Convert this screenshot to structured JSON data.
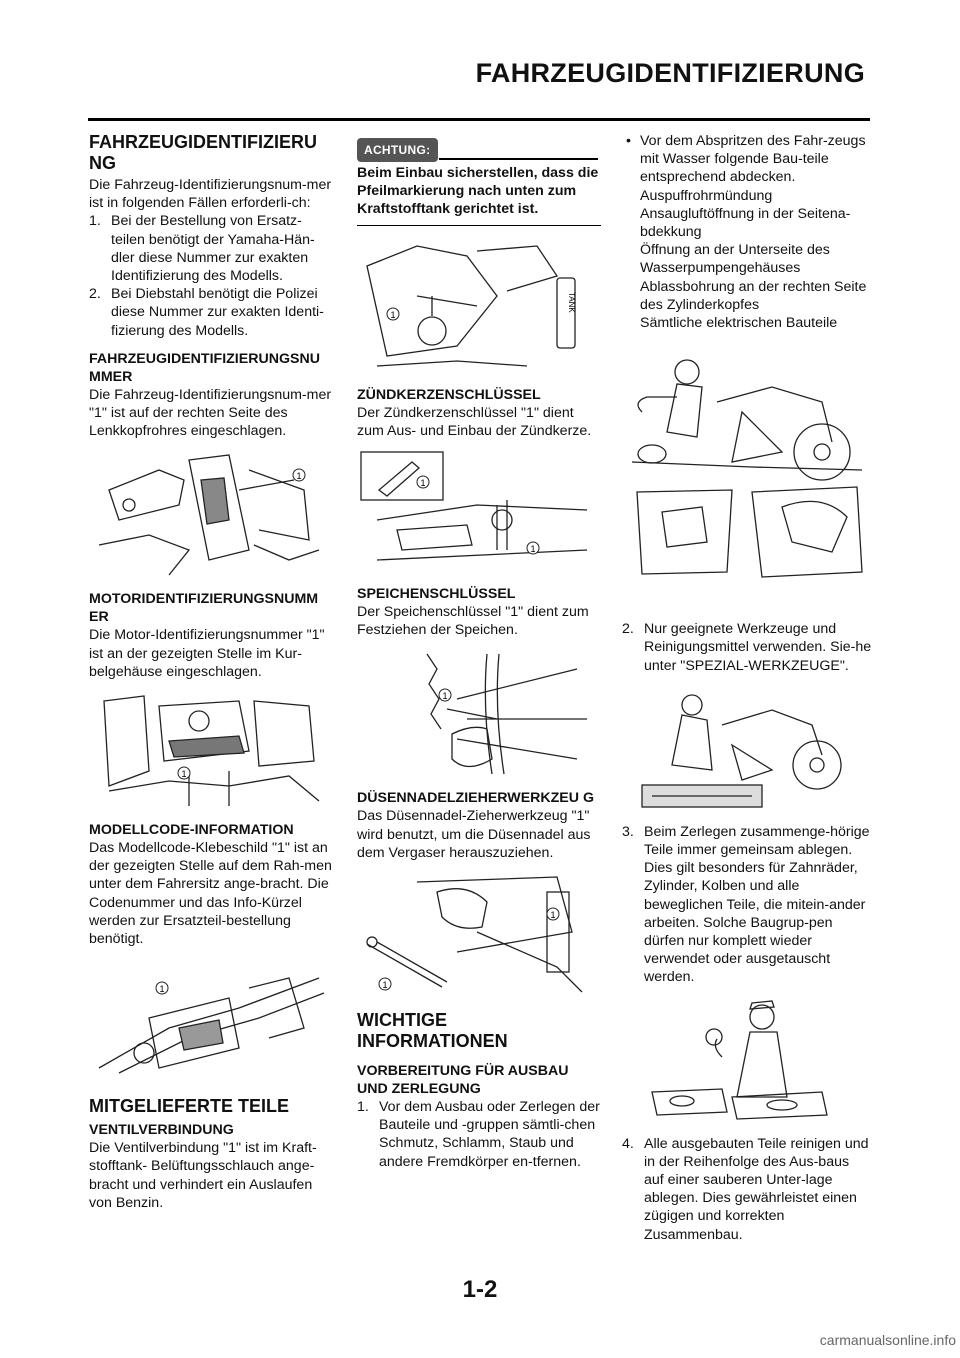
{
  "header": {
    "title": "FAHRZEUGIDENTIFIZIERUNG"
  },
  "col1": {
    "heading": "FAHRZEUGIDENTIFIZIERU NG",
    "intro": "Die Fahrzeug-Identifizierungsnum-mer ist in folgenden Fällen erforderli-ch:",
    "list": [
      {
        "num": "1.",
        "text": "Bei der Bestellung von Ersatz-teilen benötigt der Yamaha-Hän-dler diese Nummer zur exakten Identifizierung des Modells."
      },
      {
        "num": "2.",
        "text": "Bei Diebstahl benötigt die Polizei diese Nummer zur exakten Identi-fizierung des Modells."
      }
    ],
    "vin_heading": "FAHRZEUGIDENTIFIZIERUNGSNU MMER",
    "vin_text": "Die Fahrzeug-Identifizierungsnum-mer \"1\" ist auf der rechten Seite des Lenkkopfrohres eingeschlagen.",
    "engine_heading": "MOTORIDENTIFIZIERUNGSNUMM ER",
    "engine_text": "Die Motor-Identifizierungsnummer \"1\" ist an der gezeigten Stelle im Kur-belgehäuse eingeschlagen.",
    "model_heading": "MODELLCODE-INFORMATION",
    "model_text": "Das Modellcode-Klebeschild \"1\" ist an der gezeigten Stelle auf dem Rah-men unter dem Fahrersitz ange-bracht. Die Codenummer und das Info-Kürzel werden zur Ersatzteil-bestellung benötigt.",
    "parts_heading": "MITGELIEFERTE TEILE",
    "valve_heading": "VENTILVERBINDUNG",
    "valve_text": "Die Ventilverbindung \"1\" ist im Kraft-stofftank- Belüftungsschlauch ange-bracht und verhindert ein Auslaufen von Benzin."
  },
  "col2": {
    "caution_label": "ACHTUNG:",
    "caution_text": "Beim Einbau sicherstellen, dass die Pfeilmarkierung nach unten zum Kraftstofftank gerichtet ist.",
    "fig_tank_label": "TANK",
    "callout": "1",
    "spark_heading": "ZÜNDKERZENSCHLÜSSEL",
    "spark_text": "Der Zündkerzenschlüssel \"1\" dient zum Aus- und Einbau der Zündkerze.",
    "spoke_heading": "SPEICHENSCHLÜSSEL",
    "spoke_text": "Der Speichenschlüssel \"1\" dient zum Festziehen der Speichen.",
    "needle_heading": "DÜSENNADELZIEHERWERKZEU G",
    "needle_text": "Das Düsennadel-Zieherwerkzeug \"1\" wird benutzt, um die Düsennadel aus dem Vergaser herauszuziehen.",
    "info_heading": "WICHTIGE INFORMATIONEN",
    "prep_heading": "VORBEREITUNG FÜR AUSBAU UND ZERLEGUNG",
    "list": [
      {
        "num": "1.",
        "text": "Vor dem Ausbau oder Zerlegen der Bauteile und -gruppen sämtli-chen Schmutz, Schlamm, Staub und andere Fremdkörper en-tfernen."
      }
    ]
  },
  "col3": {
    "bullet_intro": "Vor dem Abspritzen des Fahr-zeugs mit Wasser folgende Bau-teile entsprechend abdecken.",
    "bullet_items": [
      "Auspuffrohrmündung",
      "Ansaugluftöffnung in der Seitena-bdekkung",
      "Öffnung an der Unterseite des Wasserpumpengehäuses",
      "Ablassbohrung an der rechten Seite des Zylinderkopfes",
      "Sämtliche elektrischen Bauteile"
    ],
    "list": [
      {
        "num": "2.",
        "text": "Nur geeignete Werkzeuge und Reinigungsmittel verwenden. Sie-he unter \"SPEZIAL-WERKZEUGE\"."
      },
      {
        "num": "3.",
        "text": "Beim Zerlegen zusammenge-hörige Teile immer gemeinsam ablegen. Dies gilt besonders für Zahnräder, Zylinder, Kolben und alle beweglichen Teile, die mitein-ander arbeiten. Solche Baugrup-pen dürfen nur komplett wieder verwendet oder ausgetauscht werden."
      },
      {
        "num": "4.",
        "text": "Alle ausgebauten Teile reinigen und in der Reihenfolge des Aus-baus auf einer sauberen Unter-lage ablegen. Dies gewährleistet einen zügigen und korrekten Zusammenbau."
      }
    ]
  },
  "footer": {
    "page_number": "1-2",
    "watermark": "carmanualsonline.info"
  }
}
